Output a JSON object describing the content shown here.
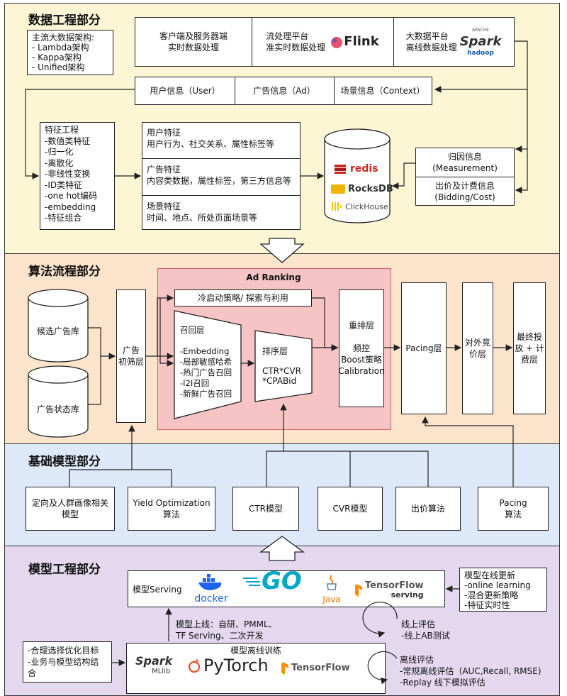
{
  "sections": {
    "s1": "数据工程部分",
    "s2": "算法流程部分",
    "s3": "基础模型部分",
    "s4": "模型工程部分"
  },
  "data_eng": {
    "arch": "主流大数据架构:\n- Lambda架构\n- Kappa架构\n- Unified架构",
    "realtime": "客户端及服务器端\n实时数据处理",
    "stream": "流处理平台\n准实时数据处理",
    "flink": "Flink",
    "batch": "大数据平台\n离线数据处理",
    "spark": "Spark",
    "spark_apache": "APACHE",
    "hadoop": "hadoop",
    "info_user": "用户信息（User）",
    "info_ad": "广告信息（Ad）",
    "info_ctx": "场景信息（Context）",
    "feature_eng": "特征工程\n-数值类特征\n  -归一化\n  -离散化\n  -非线性变换\n-ID类特征\n  -one hot编码\n  -embedding\n-特征组合",
    "feat_user": "用户特征\n用户行为、社交关系、属性标签等",
    "feat_ad": "广告特征\n内容类数据，属性标签，第三方信息等",
    "feat_scene": "场景特征\n时间、地点、所处页面场景等",
    "redis": "redis",
    "rocksdb": "RocksDB",
    "clickhouse": "ClickHouse",
    "attribution": "归因信息\n(Measurement)",
    "bidding": "出价及计费信息\n(Bidding/Cost)"
  },
  "algo": {
    "candidate_db": "候选广告库",
    "status_db": "广告状态库",
    "prefilter": "广告\n初筛层",
    "ad_ranking": "Ad Ranking",
    "cold_start": "冷启动策略/ 探索与利用",
    "recall": "召回层\n\n-Embedding\n-局部敏感哈希\n-热门广告召回\n-I2I召回\n-新鲜广告召回",
    "ranking": "排序层\n\nCTR*CVR\n*CPABid",
    "rerank": "重排层\n\n频控\nBoost策略\nCalibration",
    "pacing": "Pacing层",
    "auction": "对外竞\n价层",
    "final": "最终投\n放 + 计\n费层"
  },
  "base_models": {
    "targeting": "定向及人群画像相关\n模型",
    "yield": "Yield Optimization\n算法",
    "ctr": "CTR模型",
    "cvr": "CVR模型",
    "bid": "出价算法",
    "pacing": "Pacing\n算法"
  },
  "model_eng": {
    "serving": "模型Serving",
    "docker": "docker",
    "go": "GO",
    "java": "Java",
    "tf": "TensorFlow",
    "tf_serving": "serving",
    "online_update": "模型在线更新\n-online learning\n-混合更新策略\n-特征实时性",
    "deploy": "模型上线：自研、PMML、\nTF Serving、二次开发",
    "online_eval": "线上评估\n-线上AB测试",
    "offline_train": "模型离线训练",
    "spark": "Spark",
    "mllib": "MLlib",
    "pytorch": "PyTorch",
    "tf2": "TensorFlow",
    "optimize": "-合理选择优化目标\n-业务与模型结构结合",
    "offline_eval": "离线评估\n-常规离线评估（AUC,Recall, RMSE)\n-Replay 线下模拟评估"
  },
  "colors": {
    "data": "#fdf6d4",
    "algo": "#fbe4cb",
    "base": "#dde9f8",
    "model": "#e3d8ee",
    "adranking": "#f6c4c4"
  }
}
